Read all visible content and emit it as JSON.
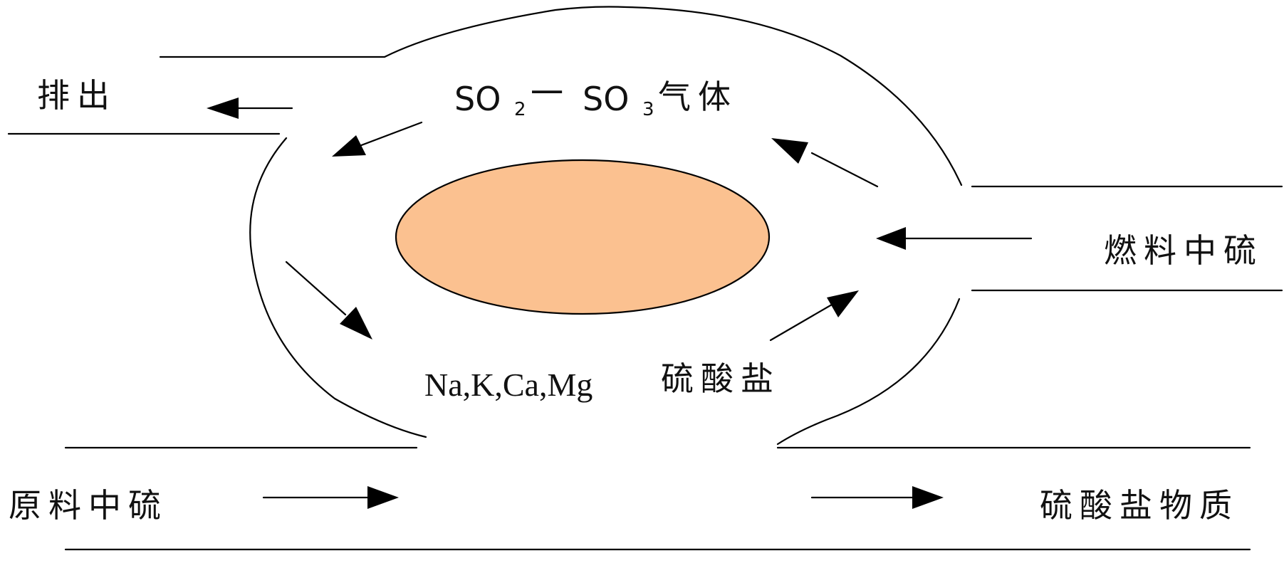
{
  "labels": {
    "discharge": "排出",
    "gas_so2": "SO",
    "gas_so2_sub": "2",
    "gas_dash": "一",
    "gas_so3": "SO",
    "gas_so3_sub": "3",
    "gas_suffix": "气体",
    "sulfates_metals": "Na,K,Ca,Mg",
    "sulfates_word": "硫酸盐",
    "fuel_sulfur": "燃料中硫",
    "raw_sulfur": "原料中硫",
    "sulfate_material": "硫酸盐物质"
  },
  "colors": {
    "core_fill": "#FBC190",
    "stroke": "#000000"
  }
}
